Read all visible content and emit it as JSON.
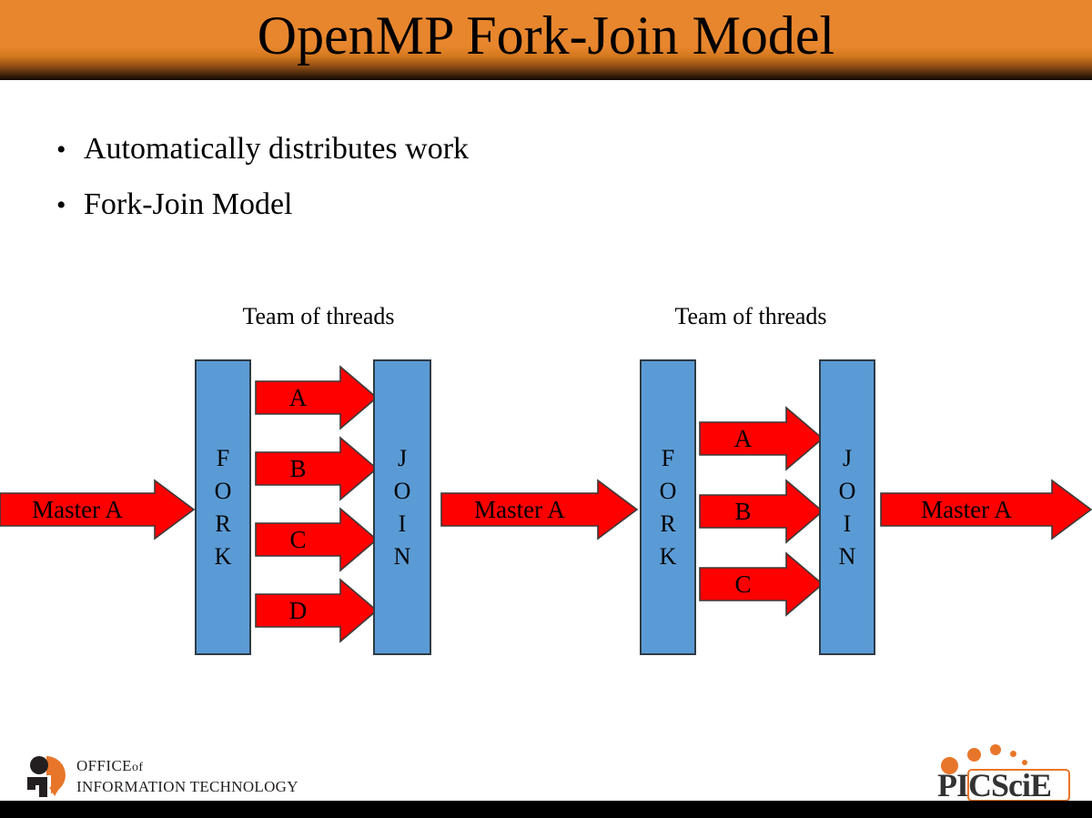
{
  "slide": {
    "title": "OpenMP Fork-Join Model",
    "title_bg_color": "#E8862E",
    "bullets": [
      {
        "marker": "•",
        "text": "Automatically distributes work"
      },
      {
        "marker": "•",
        "text": "Fork-Join Model"
      }
    ]
  },
  "diagram": {
    "box_color": "#5B9BD5",
    "arrow_color": "#FF0000",
    "border_color": "#2F3B45",
    "entry_arrow": {
      "label": "Master A"
    },
    "middle_arrow": {
      "label": "Master A"
    },
    "exit_arrow": {
      "label": "Master A"
    },
    "groups": [
      {
        "caption": "Team of threads",
        "fork_label": "FORK",
        "fork_letters": [
          "F",
          "O",
          "R",
          "K"
        ],
        "join_label": "JOIN",
        "join_letters": [
          "J",
          "O",
          "I",
          "N"
        ],
        "thread_arrows": [
          "A",
          "B",
          "C",
          "D"
        ]
      },
      {
        "caption": "Team of threads",
        "fork_label": "FORK",
        "fork_letters": [
          "F",
          "O",
          "R",
          "K"
        ],
        "join_label": "JOIN",
        "join_letters": [
          "J",
          "O",
          "I",
          "N"
        ],
        "thread_arrows": [
          "A",
          "B",
          "C"
        ]
      }
    ]
  },
  "footer": {
    "oit_logo": {
      "line1_main": "OFFICE",
      "line1_small": "of",
      "line2": "INFORMATION TECHNOLOGY",
      "mark_colors": {
        "black": "#231F20",
        "orange": "#E8762A"
      }
    },
    "picscie_logo": {
      "wordmark": "PICSciE",
      "accent_color": "#E8762A",
      "text_color": "#333333"
    },
    "bar_color": "#000000"
  }
}
